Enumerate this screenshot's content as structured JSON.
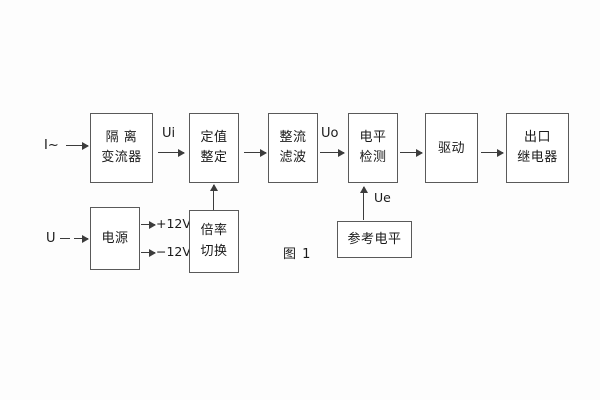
{
  "figure": {
    "caption": "图 1",
    "background_color": "#fdfdfd",
    "line_color": "#3c3c3c",
    "box_border_color": "#5a5a5a",
    "text_color": "#1a1a1a"
  },
  "blocks": [
    {
      "id": "isolation-transformer",
      "line1": "隔 离",
      "line2": "变流器"
    },
    {
      "id": "setting-adjust",
      "line1": "定值",
      "line2": "整定"
    },
    {
      "id": "rectify-filter",
      "line1": "整流",
      "line2": "滤波"
    },
    {
      "id": "level-detect",
      "line1": "电平",
      "line2": "检测"
    },
    {
      "id": "drive",
      "line1": "驱动",
      "line2": ""
    },
    {
      "id": "output-relay",
      "line1": "出口",
      "line2": "继电器"
    },
    {
      "id": "power-supply",
      "line1": "电源",
      "line2": ""
    },
    {
      "id": "ratio-switch",
      "line1": "倍率",
      "line2": "切换"
    },
    {
      "id": "reference-level",
      "line1": "参考电平",
      "line2": ""
    }
  ],
  "signals": {
    "current_input": "I~",
    "voltage_input": "U",
    "ui": "Ui",
    "uo": "Uo",
    "ue": "Ue",
    "rail_positive": "+12V",
    "rail_negative": "−12V"
  }
}
